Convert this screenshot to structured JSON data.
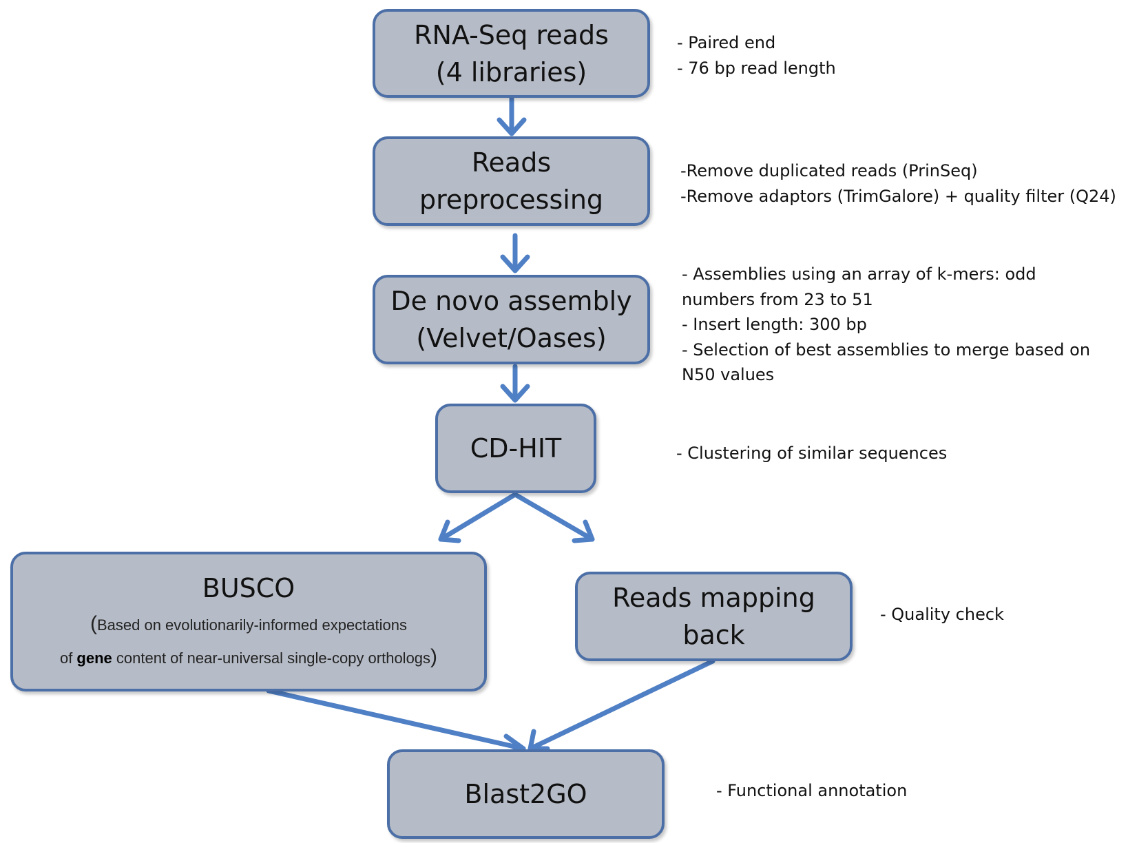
{
  "steps": {
    "rnaseq": {
      "line1": "RNA-Seq reads",
      "line2": "(4 libraries)"
    },
    "preprocessing": {
      "line1": "Reads",
      "line2": "preprocessing"
    },
    "assembly": {
      "line1": "De novo assembly",
      "line2": "(Velvet/Oases)"
    },
    "cdhit": {
      "line1": "CD-HIT"
    },
    "busco": {
      "title": "BUSCO",
      "sub_open": "(",
      "sub_line1": "Based on evolutionarily-informed expectations",
      "sub_line2_pre": "of ",
      "sub_line2_bold": "gene",
      "sub_line2_post": " content of near-universal single-copy orthologs",
      "sub_close": ")"
    },
    "mapping": {
      "line1": "Reads mapping",
      "line2": "back"
    },
    "blast2go": {
      "line1": "Blast2GO"
    }
  },
  "notes": {
    "rnaseq": [
      "- Paired end",
      "- 76 bp read length"
    ],
    "preprocessing": [
      "-Remove duplicated reads (PrinSeq)",
      "-Remove adaptors (TrimGalore) + quality filter (Q24)"
    ],
    "assembly": [
      "- Assemblies using an array of k-mers: odd",
      "numbers from 23 to 51",
      "- Insert length: 300 bp",
      "- Selection of best assemblies to merge based on",
      "N50 values"
    ],
    "cdhit": [
      "- Clustering of similar sequences"
    ],
    "mapping": [
      "- Quality check"
    ],
    "blast2go": [
      "- Functional annotation"
    ]
  },
  "colors": {
    "box_fill": "#b6bcc7",
    "box_border": "#4b6fa6",
    "arrow": "#4f7fc4",
    "text": "#111111"
  }
}
